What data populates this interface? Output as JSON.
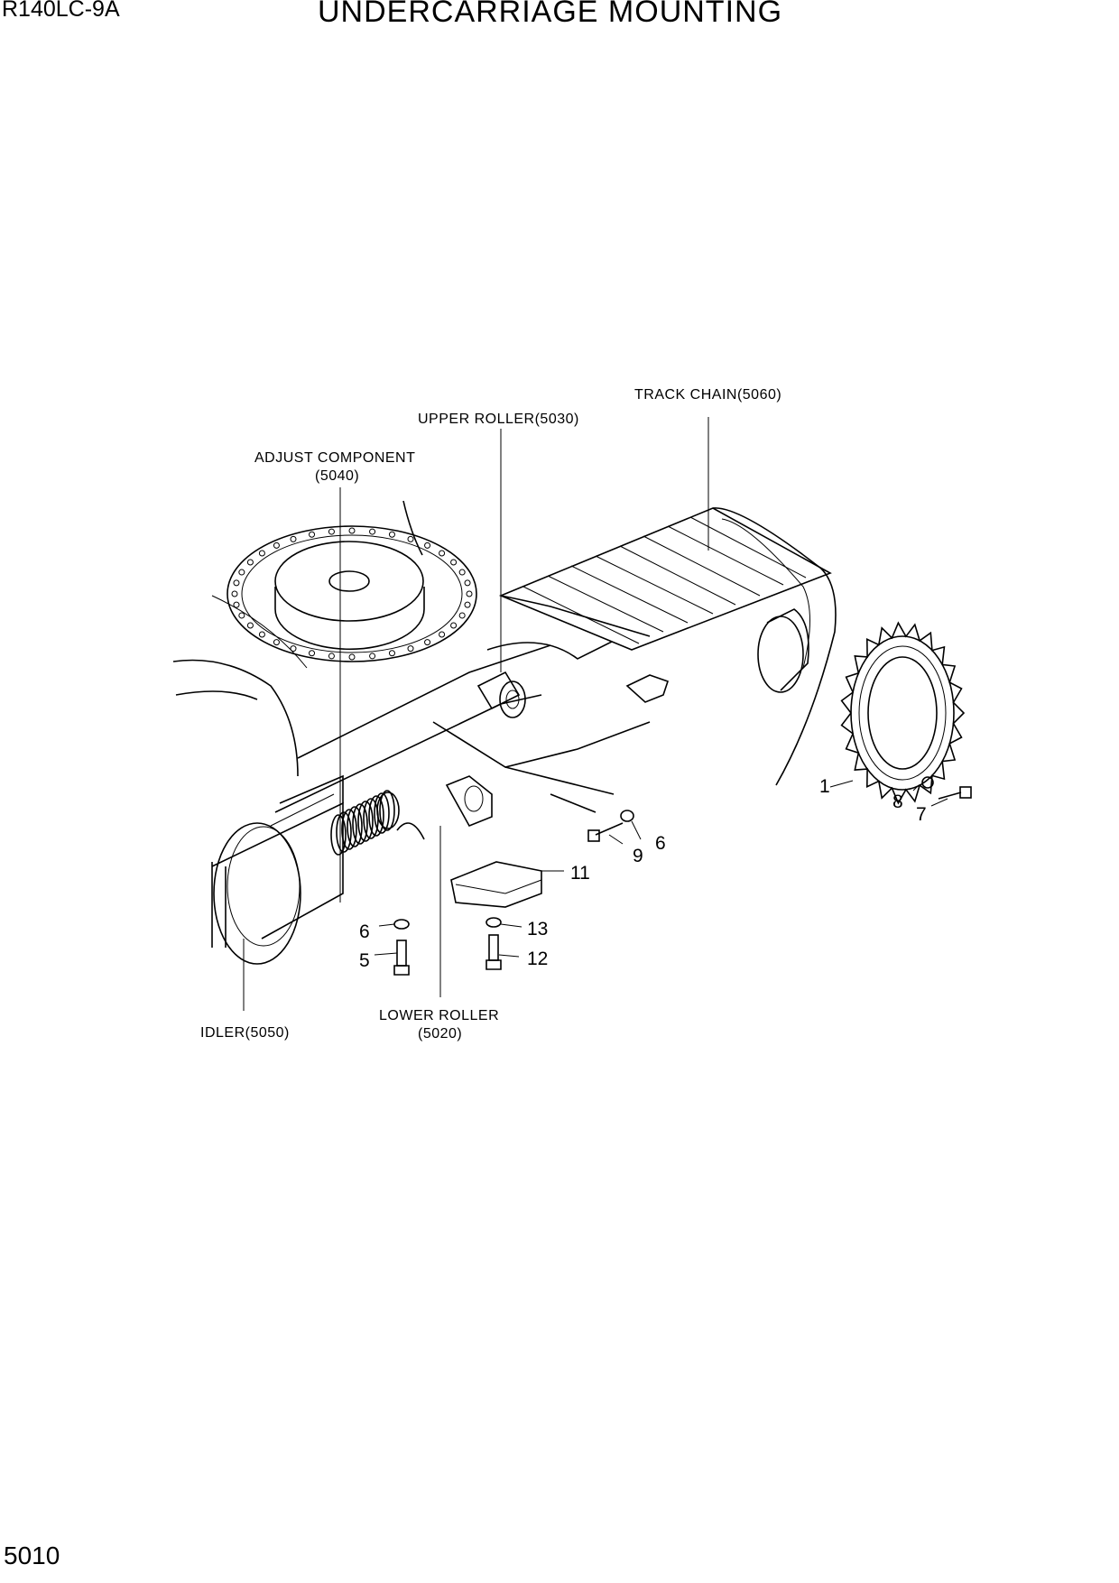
{
  "header": {
    "model": "R140LC-9A",
    "title": "UNDERCARRIAGE MOUNTING"
  },
  "footer": {
    "page_number": "5010"
  },
  "callouts": {
    "track_chain": "TRACK CHAIN(5060)",
    "upper_roller": "UPPER ROLLER(5030)",
    "adjust_component_line1": "ADJUST COMPONENT",
    "adjust_component_line2": "(5040)",
    "idler": "IDLER(5050)",
    "lower_roller_line1": "LOWER ROLLER",
    "lower_roller_line2": "(5020)"
  },
  "part_numbers": {
    "p1": "1",
    "p5": "5",
    "p6a": "6",
    "p6b": "6",
    "p7": "7",
    "p8": "8",
    "p9": "9",
    "p11": "11",
    "p12": "12",
    "p13": "13"
  }
}
